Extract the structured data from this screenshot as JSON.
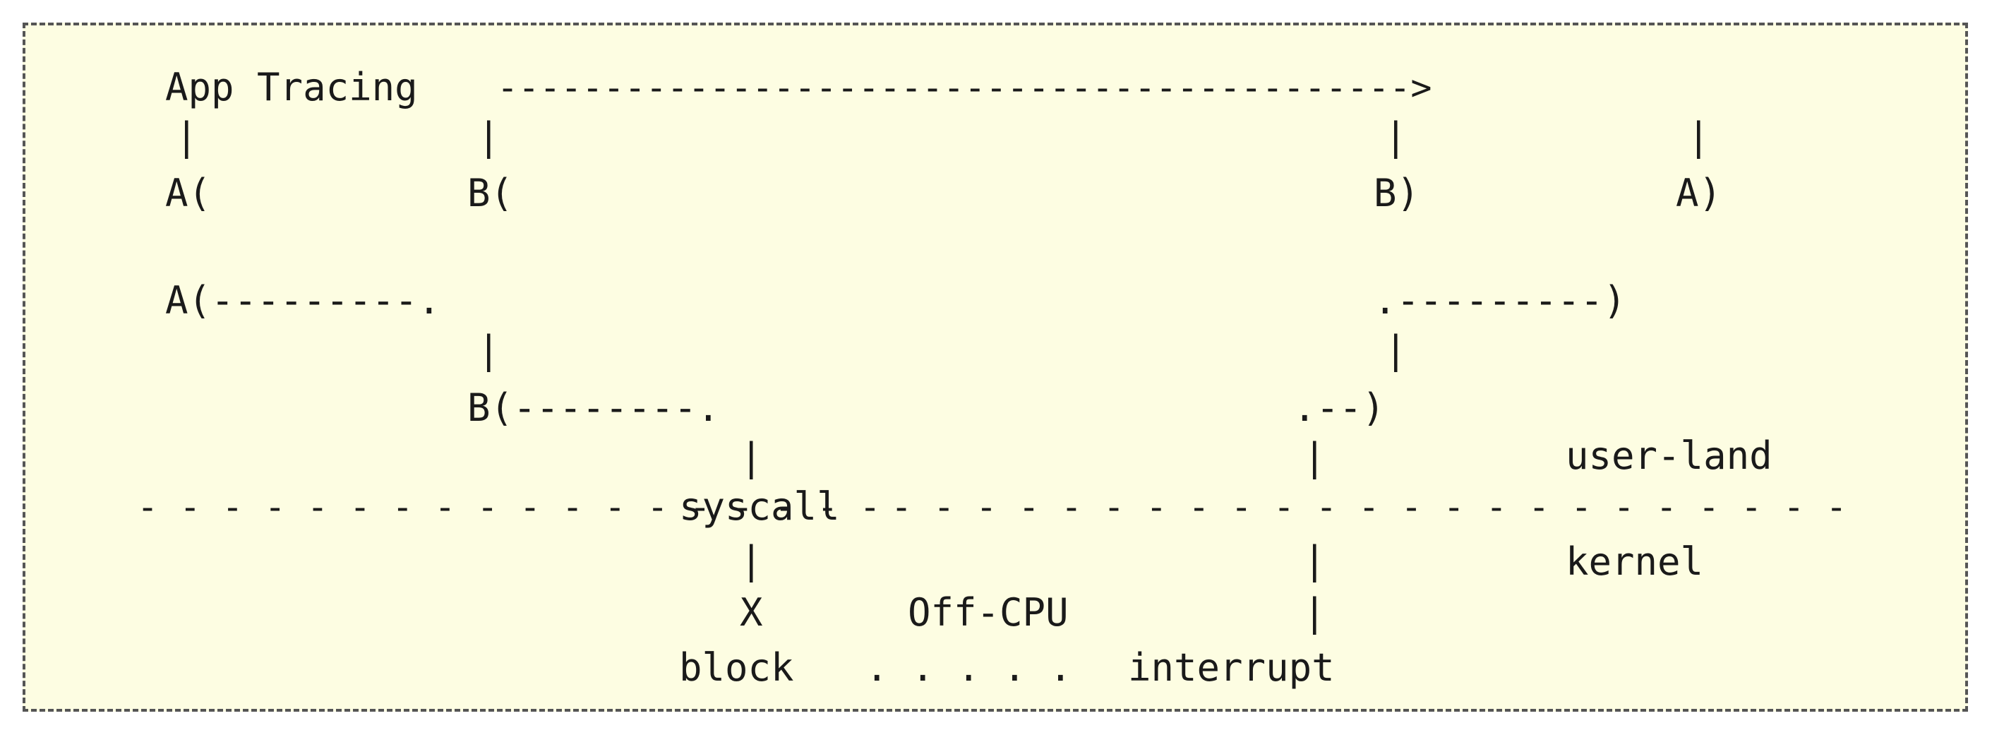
{
  "diagram": {
    "title": "App Tracing",
    "title_arrow": "------------------------------------------->",
    "markers_top": {
      "a_open": "A(",
      "b_open": "B(",
      "b_close": "B)",
      "a_close": "A)"
    },
    "stack": {
      "a_open_line": "A(---------.",
      "b_open_line": "B(--------.",
      "return_short": ".--)",
      "return_long": ".---------)"
    },
    "boundary": {
      "dashes_left": "- - - - - - - - - - - - - - - - - -",
      "syscall": "syscall",
      "dashes_right": "- - - - - - - - - - - - - - - - - - - - - - -"
    },
    "region_labels": {
      "user": "user-land",
      "kernel": "kernel"
    },
    "kernel_events": {
      "block_marker": "X",
      "off_cpu": "Off-CPU",
      "block": "block",
      "dots": ". . . . .",
      "interrupt": "interrupt"
    },
    "vbar": "|"
  }
}
